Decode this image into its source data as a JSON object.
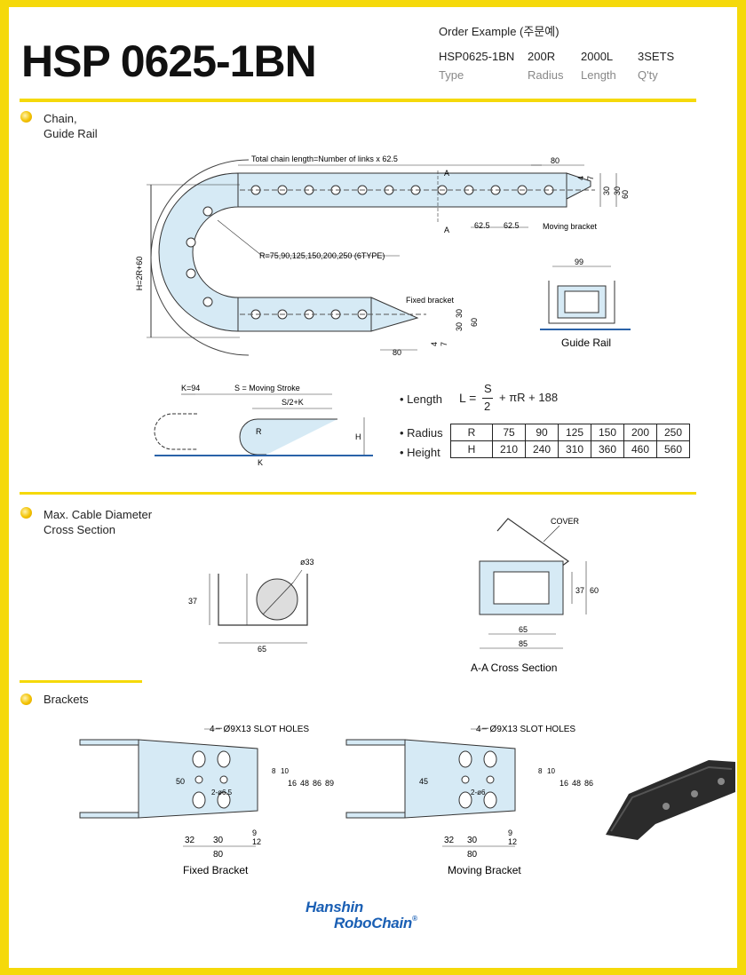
{
  "title": "HSP 0625-1BN",
  "order": {
    "heading": "Order Example (주문예)",
    "columns": [
      {
        "value": "HSP0625-1BN",
        "label": "Type"
      },
      {
        "value": "200R",
        "label": "Radius"
      },
      {
        "value": "2000L",
        "label": "Length"
      },
      {
        "value": "3SETS",
        "label": "Q'ty"
      }
    ]
  },
  "sections": {
    "chain": {
      "line1": "Chain,",
      "line2": "Guide Rail"
    },
    "cable": {
      "line1": "Max. Cable Diameter",
      "line2": "Cross Section"
    },
    "brackets": {
      "line1": "Brackets"
    }
  },
  "chain_drawing": {
    "total_length_note": "Total chain length=Number of links x 62.5",
    "radius_note": "R=75,90,125,150,200,250 (6TYPE)",
    "height_note": "H=2R+60",
    "moving_bracket": "Moving bracket",
    "fixed_bracket": "Fixed bracket",
    "section_mark": "A",
    "dims": {
      "d80": "80",
      "d4": "4",
      "d7": "7",
      "d30": "30",
      "d60": "60",
      "pitch": "62.5"
    }
  },
  "guide_rail": {
    "label": "Guide Rail",
    "width": "99"
  },
  "stroke_drawing": {
    "k94": "K=94",
    "moving_stroke": "S = Moving Stroke",
    "half": "S/2+K",
    "r": "R",
    "h": "H",
    "k": "K"
  },
  "formula": {
    "length_label": "• Length",
    "lead": "L =",
    "num": "S",
    "den": "2",
    "tail": "+ πR + 188"
  },
  "spec_table": {
    "radius_label": "• Radius",
    "height_label": "• Height",
    "radius_head": "R",
    "height_head": "H",
    "radius": [
      "75",
      "90",
      "125",
      "150",
      "200",
      "250"
    ],
    "height": [
      "210",
      "240",
      "310",
      "360",
      "460",
      "560"
    ]
  },
  "cable": {
    "dia": "ø33",
    "h37": "37",
    "w65": "65"
  },
  "cross_section": {
    "label": "A-A Cross Section",
    "cover": "COVER",
    "h37": "37",
    "h60": "60",
    "w65": "65",
    "w85": "85"
  },
  "fixed_bracket": {
    "label": "Fixed Bracket",
    "holes": "4－Ø9X13 SLOT HOLES",
    "d50": "50",
    "holes_small": "2-ø6.5",
    "d8": "8",
    "d10": "10",
    "d16": "16",
    "d48": "48",
    "d86": "86",
    "d89": "89",
    "d32": "32",
    "d30": "30",
    "d9": "9",
    "d12": "12",
    "d80": "80"
  },
  "moving_bracket": {
    "label": "Moving Bracket",
    "holes": "4－Ø9X13 SLOT HOLES",
    "d45": "45",
    "holes_small": "2-ø6",
    "d8": "8",
    "d10": "10",
    "d16": "16",
    "d48": "48",
    "d86": "86",
    "d32": "32",
    "d30": "30",
    "d9": "9",
    "d12": "12",
    "d80": "80"
  },
  "brand": {
    "line1": "Hanshin",
    "line2": "RoboChain",
    "mark": "®"
  },
  "colors": {
    "frame": "#f5d90a",
    "part_fill": "#d6eaf5",
    "logo": "#1a5fb4"
  }
}
